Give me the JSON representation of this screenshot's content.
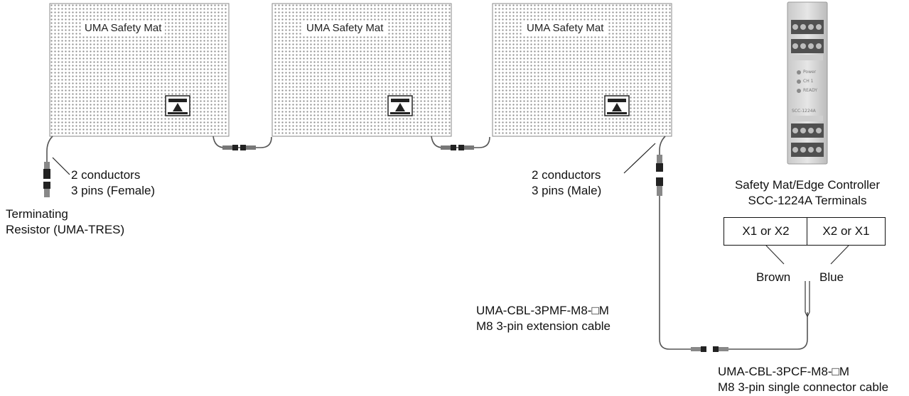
{
  "mats": [
    {
      "title": "UMA Safety Mat"
    },
    {
      "title": "UMA Safety Mat"
    },
    {
      "title": "UMA Safety Mat"
    }
  ],
  "left_connection": {
    "line1": "2 conductors",
    "line2": "3 pins (Female)"
  },
  "right_connection": {
    "line1": "2 conductors",
    "line2": "3 pins (Male)"
  },
  "terminator": {
    "line1": "Terminating",
    "line2": "Resistor (UMA-TRES)"
  },
  "controller": {
    "title_line1": "Safety Mat/Edge Controller",
    "title_line2": "SCC-1224A Terminals",
    "terminal_left": "X1 or X2",
    "terminal_right": "X2 or X1",
    "wire_left": "Brown",
    "wire_right": "Blue",
    "device": {
      "led_power": "Power",
      "led_ch1": "CH 1",
      "led_ready": "READY",
      "model": "SCC-1224A"
    }
  },
  "extension_cable": {
    "part": "UMA-CBL-3PMF-M8-□M",
    "description": "M8 3-pin extension cable"
  },
  "single_cable": {
    "part": "UMA-CBL-3PCF-M8-□M",
    "description": "M8 3-pin single connector cable"
  }
}
